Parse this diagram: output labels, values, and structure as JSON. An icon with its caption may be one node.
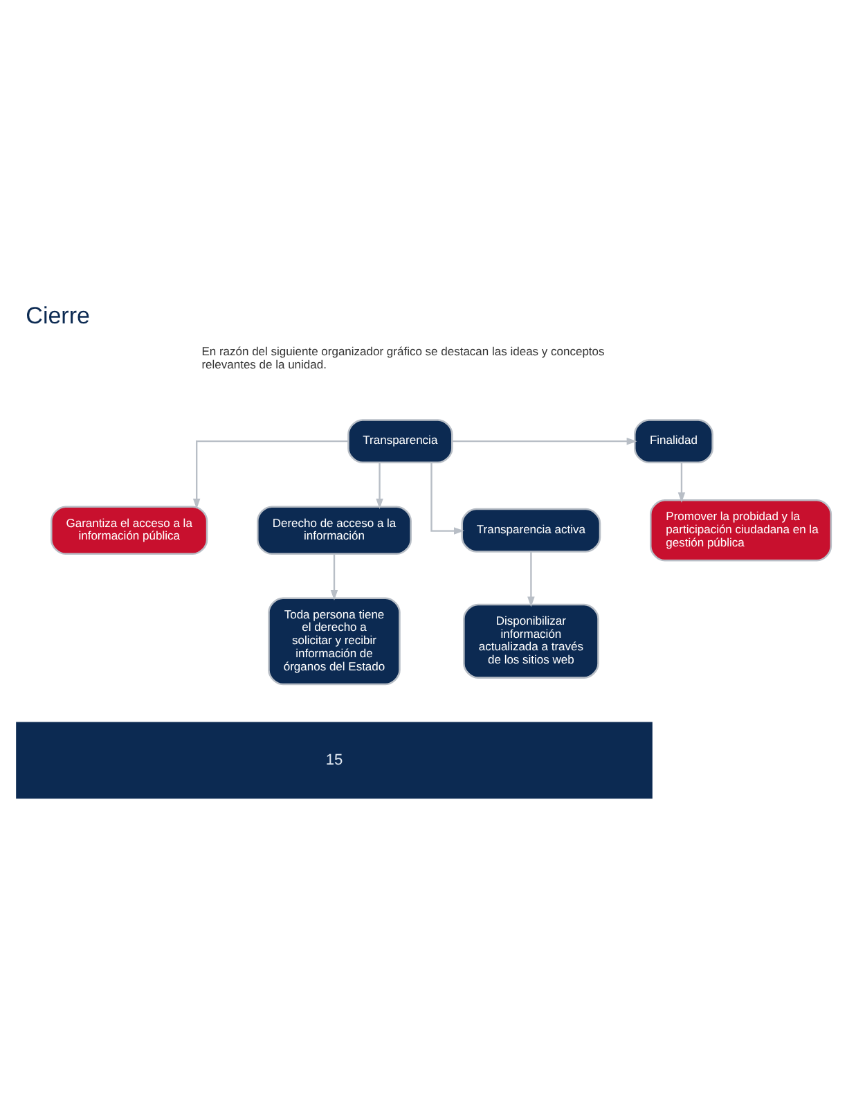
{
  "diagram": {
    "title": "Cierre",
    "nodes": [
      {
        "text": [
          "Transparencia"
        ]
      },
      {
        "text": [
          "Finalidad"
        ]
      },
      {
        "text": [
          "Garantiza el acceso a la información pública"
        ]
      },
      {
        "text": [
          "Promover la probidad y la participación ciudadana en la gestión pública"
        ]
      },
      {
        "text": [
          "Derecho de acceso a la información"
        ]
      },
      {
        "text": [
          "Transparencia activa"
        ]
      },
      {
        "text": [
          "Toda persona tiene el derecho a solicitar y recibir información de órganos del Estado"
        ]
      },
      {
        "text": [
          "Disponibilizar información actualizada a través de los sitios web"
        ]
      }
    ],
    "edges": [
      {
        "from": 0,
        "to": 1,
        "arrow": "to"
      },
      {
        "from": 0,
        "to": 2,
        "arrow": "to"
      },
      {
        "from": 1,
        "to": 3,
        "arrow": "to"
      },
      {
        "from": 0,
        "to": 4,
        "arrow": "to"
      },
      {
        "from": 0,
        "to": 5,
        "arrow": "to"
      },
      {
        "from": 4,
        "to": 6,
        "arrow": "to"
      },
      {
        "from": 5,
        "to": 7,
        "arrow": "to"
      }
    ],
    "labels": [
      "En razón del siguiente organizador gráfico se destacan las ideas y conceptos relevantes de la unidad.",
      "15"
    ]
  }
}
